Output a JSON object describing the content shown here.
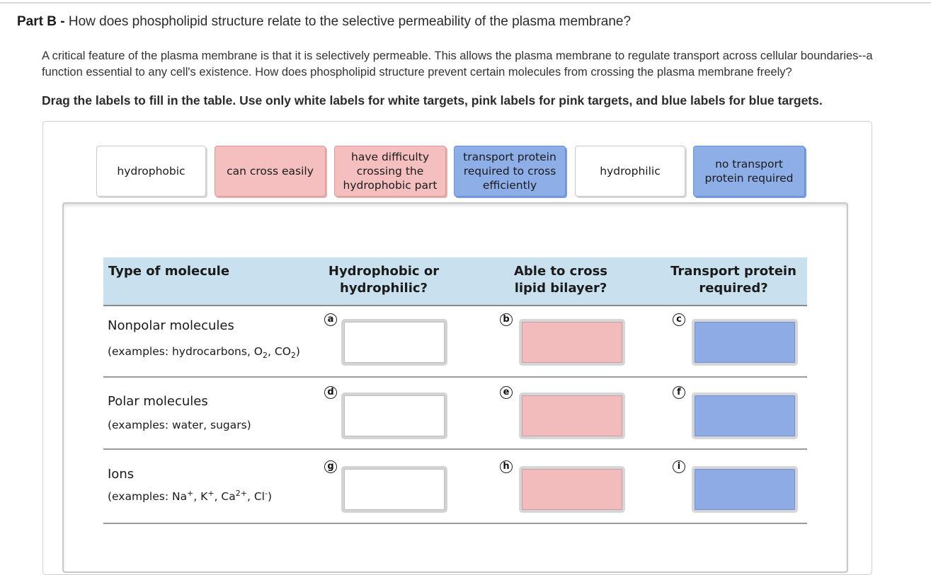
{
  "part": {
    "prefix": "Part B -",
    "question": "How does phospholipid structure relate to the selective permeability of the plasma membrane?"
  },
  "intro": {
    "line1": "A critical feature of the plasma membrane is that it is selectively permeable. This allows the plasma membrane to regulate transport across cellular boundaries--a",
    "line2": "function essential to any cell's existence. How does phospholipid structure prevent certain molecules from crossing the plasma membrane freely?"
  },
  "instructions": "Drag the labels to fill in the table. Use only white labels for white targets, pink labels for pink targets, and blue labels for blue targets.",
  "labels": [
    {
      "text": "hydrophobic",
      "color": "white"
    },
    {
      "text": "can cross easily",
      "color": "pink"
    },
    {
      "text": "have difficulty crossing the hydrophobic part",
      "color": "pink"
    },
    {
      "text": "transport protein required to cross efficiently",
      "color": "blue"
    },
    {
      "text": "hydrophilic",
      "color": "white"
    },
    {
      "text": "no transport protein required",
      "color": "blue"
    }
  ],
  "table": {
    "headers": {
      "col1": "Type of molecule",
      "col2_line1": "Hydrophobic or",
      "col2_line2": "hydrophilic?",
      "col3_line1": "Able to cross",
      "col3_line2": "lipid bilayer?",
      "col4_line1": "Transport protein",
      "col4_line2": "required?"
    },
    "rows": [
      {
        "name": "Nonpolar molecules",
        "examples_prefix": "(examples: hydrocarbons, O",
        "badges": [
          "a",
          "b",
          "c"
        ]
      },
      {
        "name": "Polar molecules",
        "examples": "(examples: water, sugars)",
        "badges": [
          "d",
          "e",
          "f"
        ]
      },
      {
        "name": "Ions",
        "examples_prefix": "(examples: Na",
        "badges": [
          "g",
          "h",
          "i"
        ]
      }
    ]
  },
  "colors": {
    "pink": "#f5bfbf",
    "blue": "#8eaee8",
    "header_bg": "#c9e1ef"
  }
}
